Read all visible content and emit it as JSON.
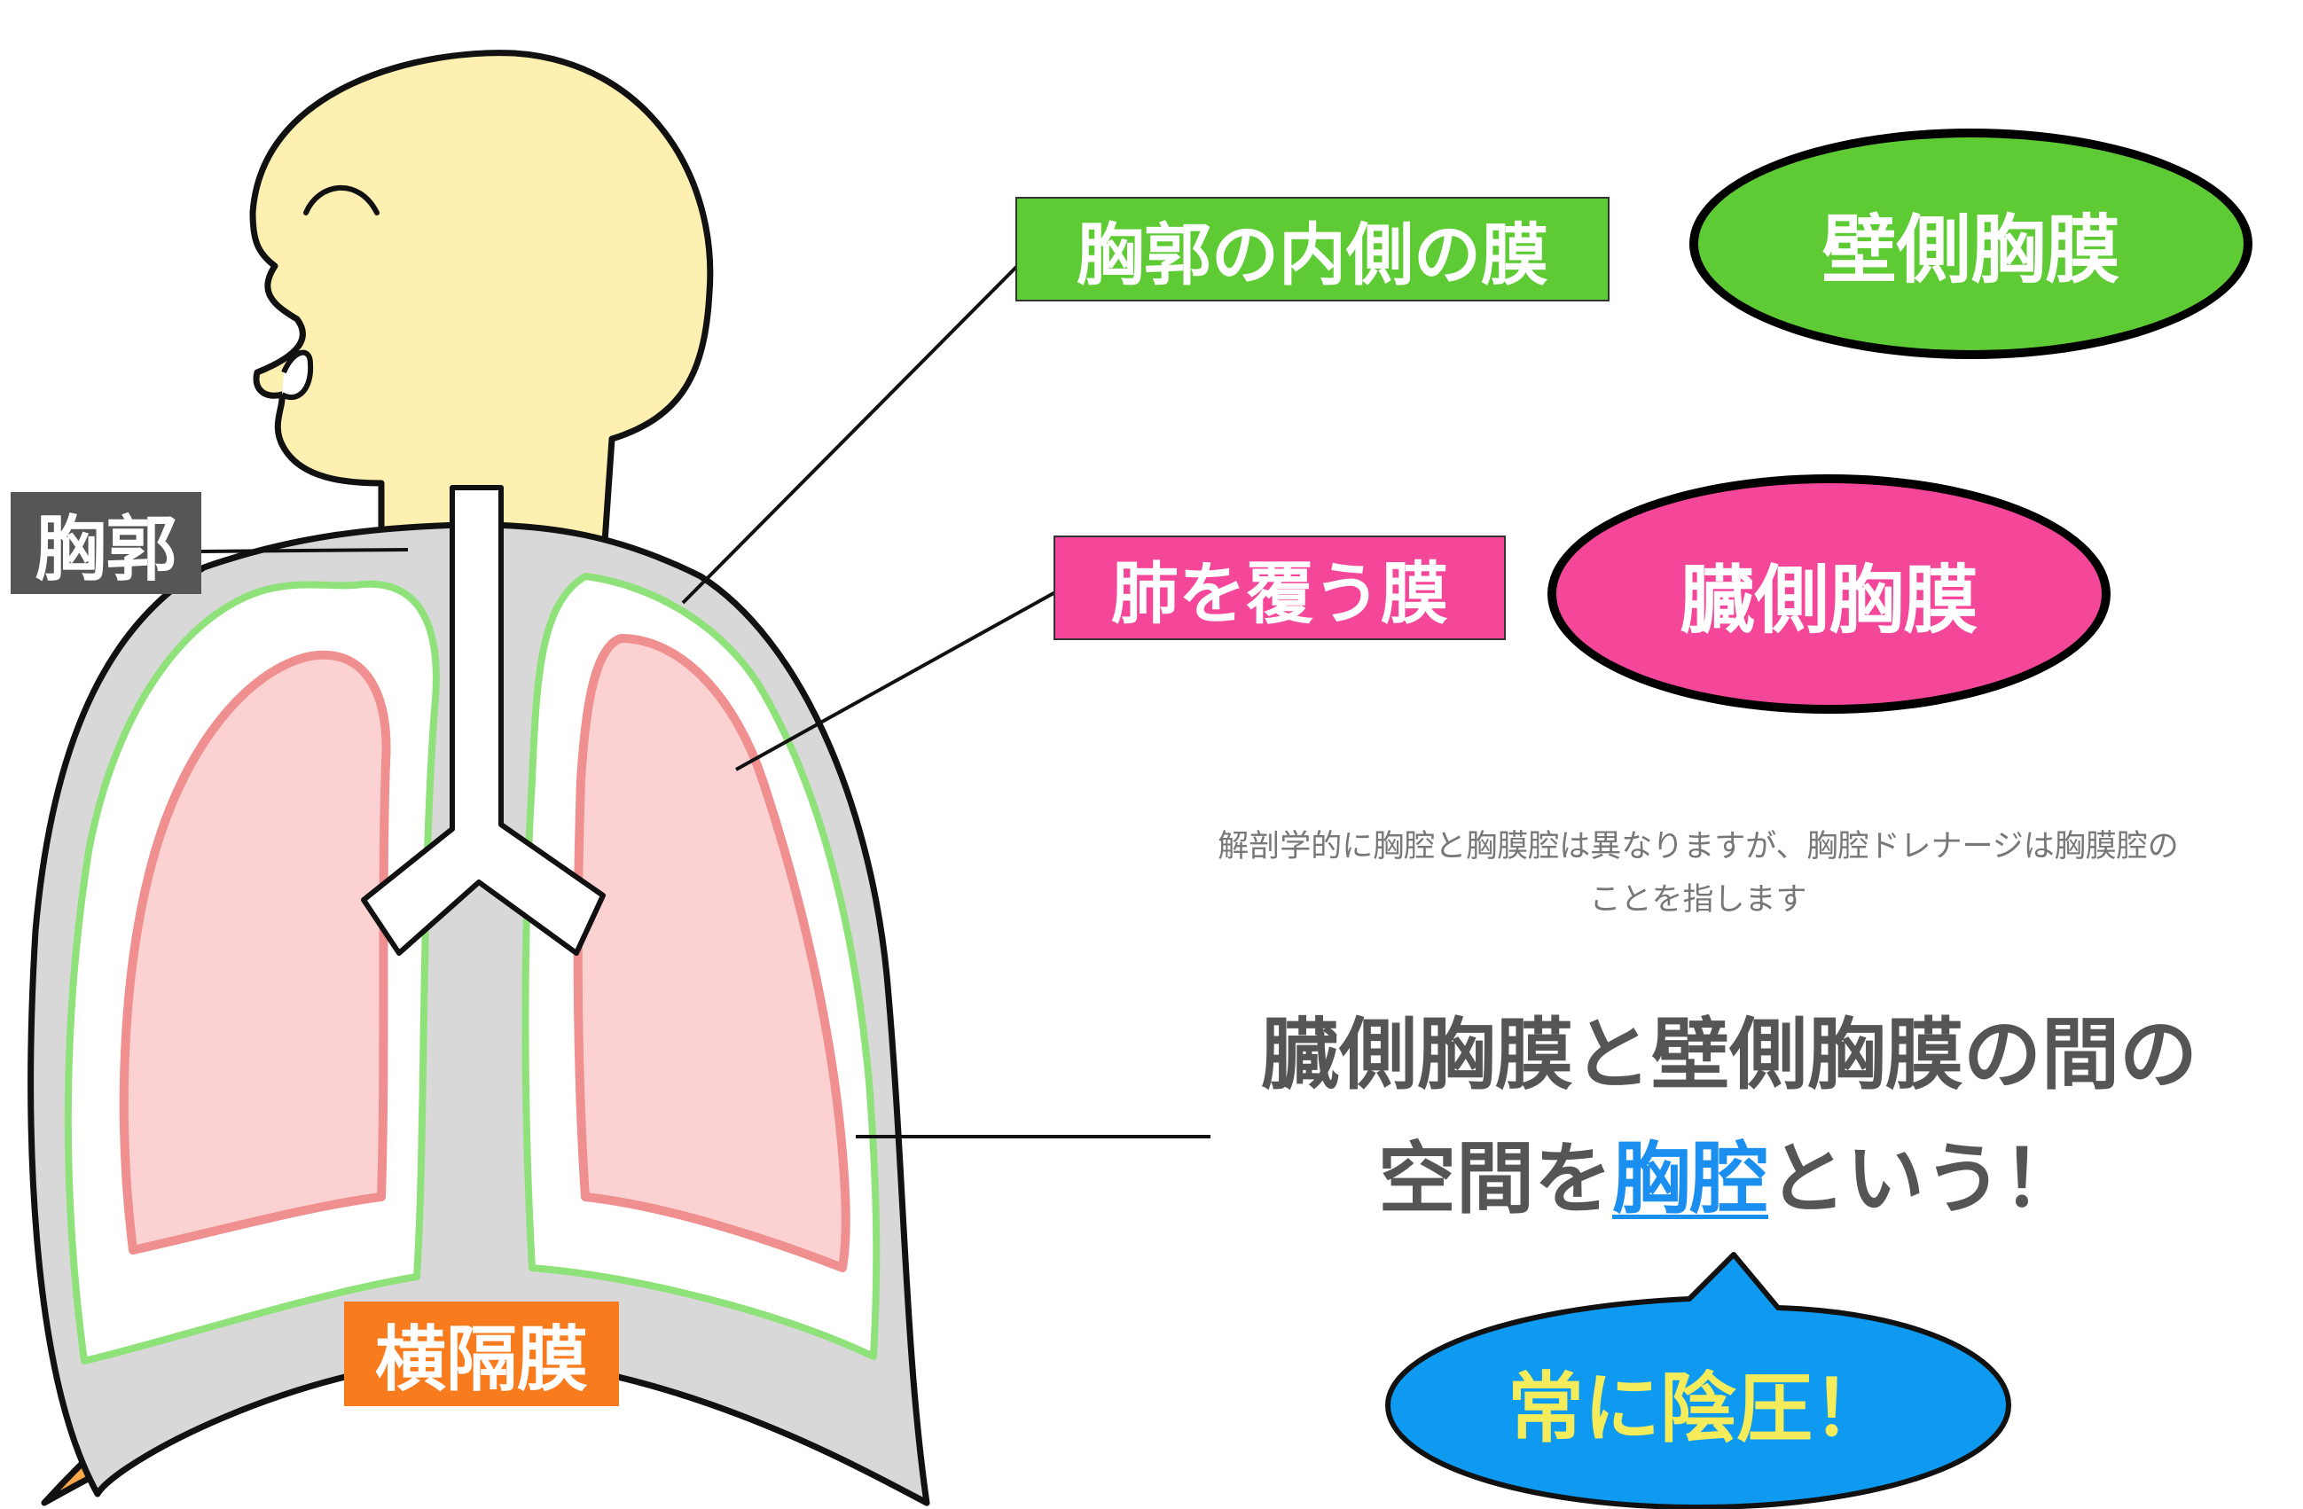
{
  "labels": {
    "thorax": "胸郭",
    "diaphragm": "横隔膜",
    "parietal_desc": "胸郭の内側の膜",
    "visceral_desc": "肺を覆う膜"
  },
  "ovals": {
    "parietal_pleura": "壁側胸膜",
    "visceral_pleura": "臓側胸膜"
  },
  "caption": {
    "line1": "解剖学的に胸腔と胸膜腔は異なりますが、胸腔ドレナージは胸膜腔の",
    "line2": "ことを指します"
  },
  "headline": {
    "line1": "臓側胸膜と壁側胸膜の間の",
    "line2_prefix": "空間を",
    "line2_term": "胸腔",
    "line2_suffix": "という！"
  },
  "bubble": {
    "text": "常に陰圧！"
  },
  "colors": {
    "head": "#fdf0b0",
    "chest": "#d8d8d8",
    "lung": "#fbd1d1",
    "lung_outline": "#ef8f8f",
    "pleura_line": "#8fe27a",
    "diaphragm": "#fba84a",
    "thorax_tag": "#565656",
    "parietal_tag": "#5ecb35",
    "visceral_tag": "#f5479a",
    "diaphragm_tag": "#f87c1e",
    "bubble": "#0d9af0",
    "bubble_text": "#f4ec5a"
  }
}
